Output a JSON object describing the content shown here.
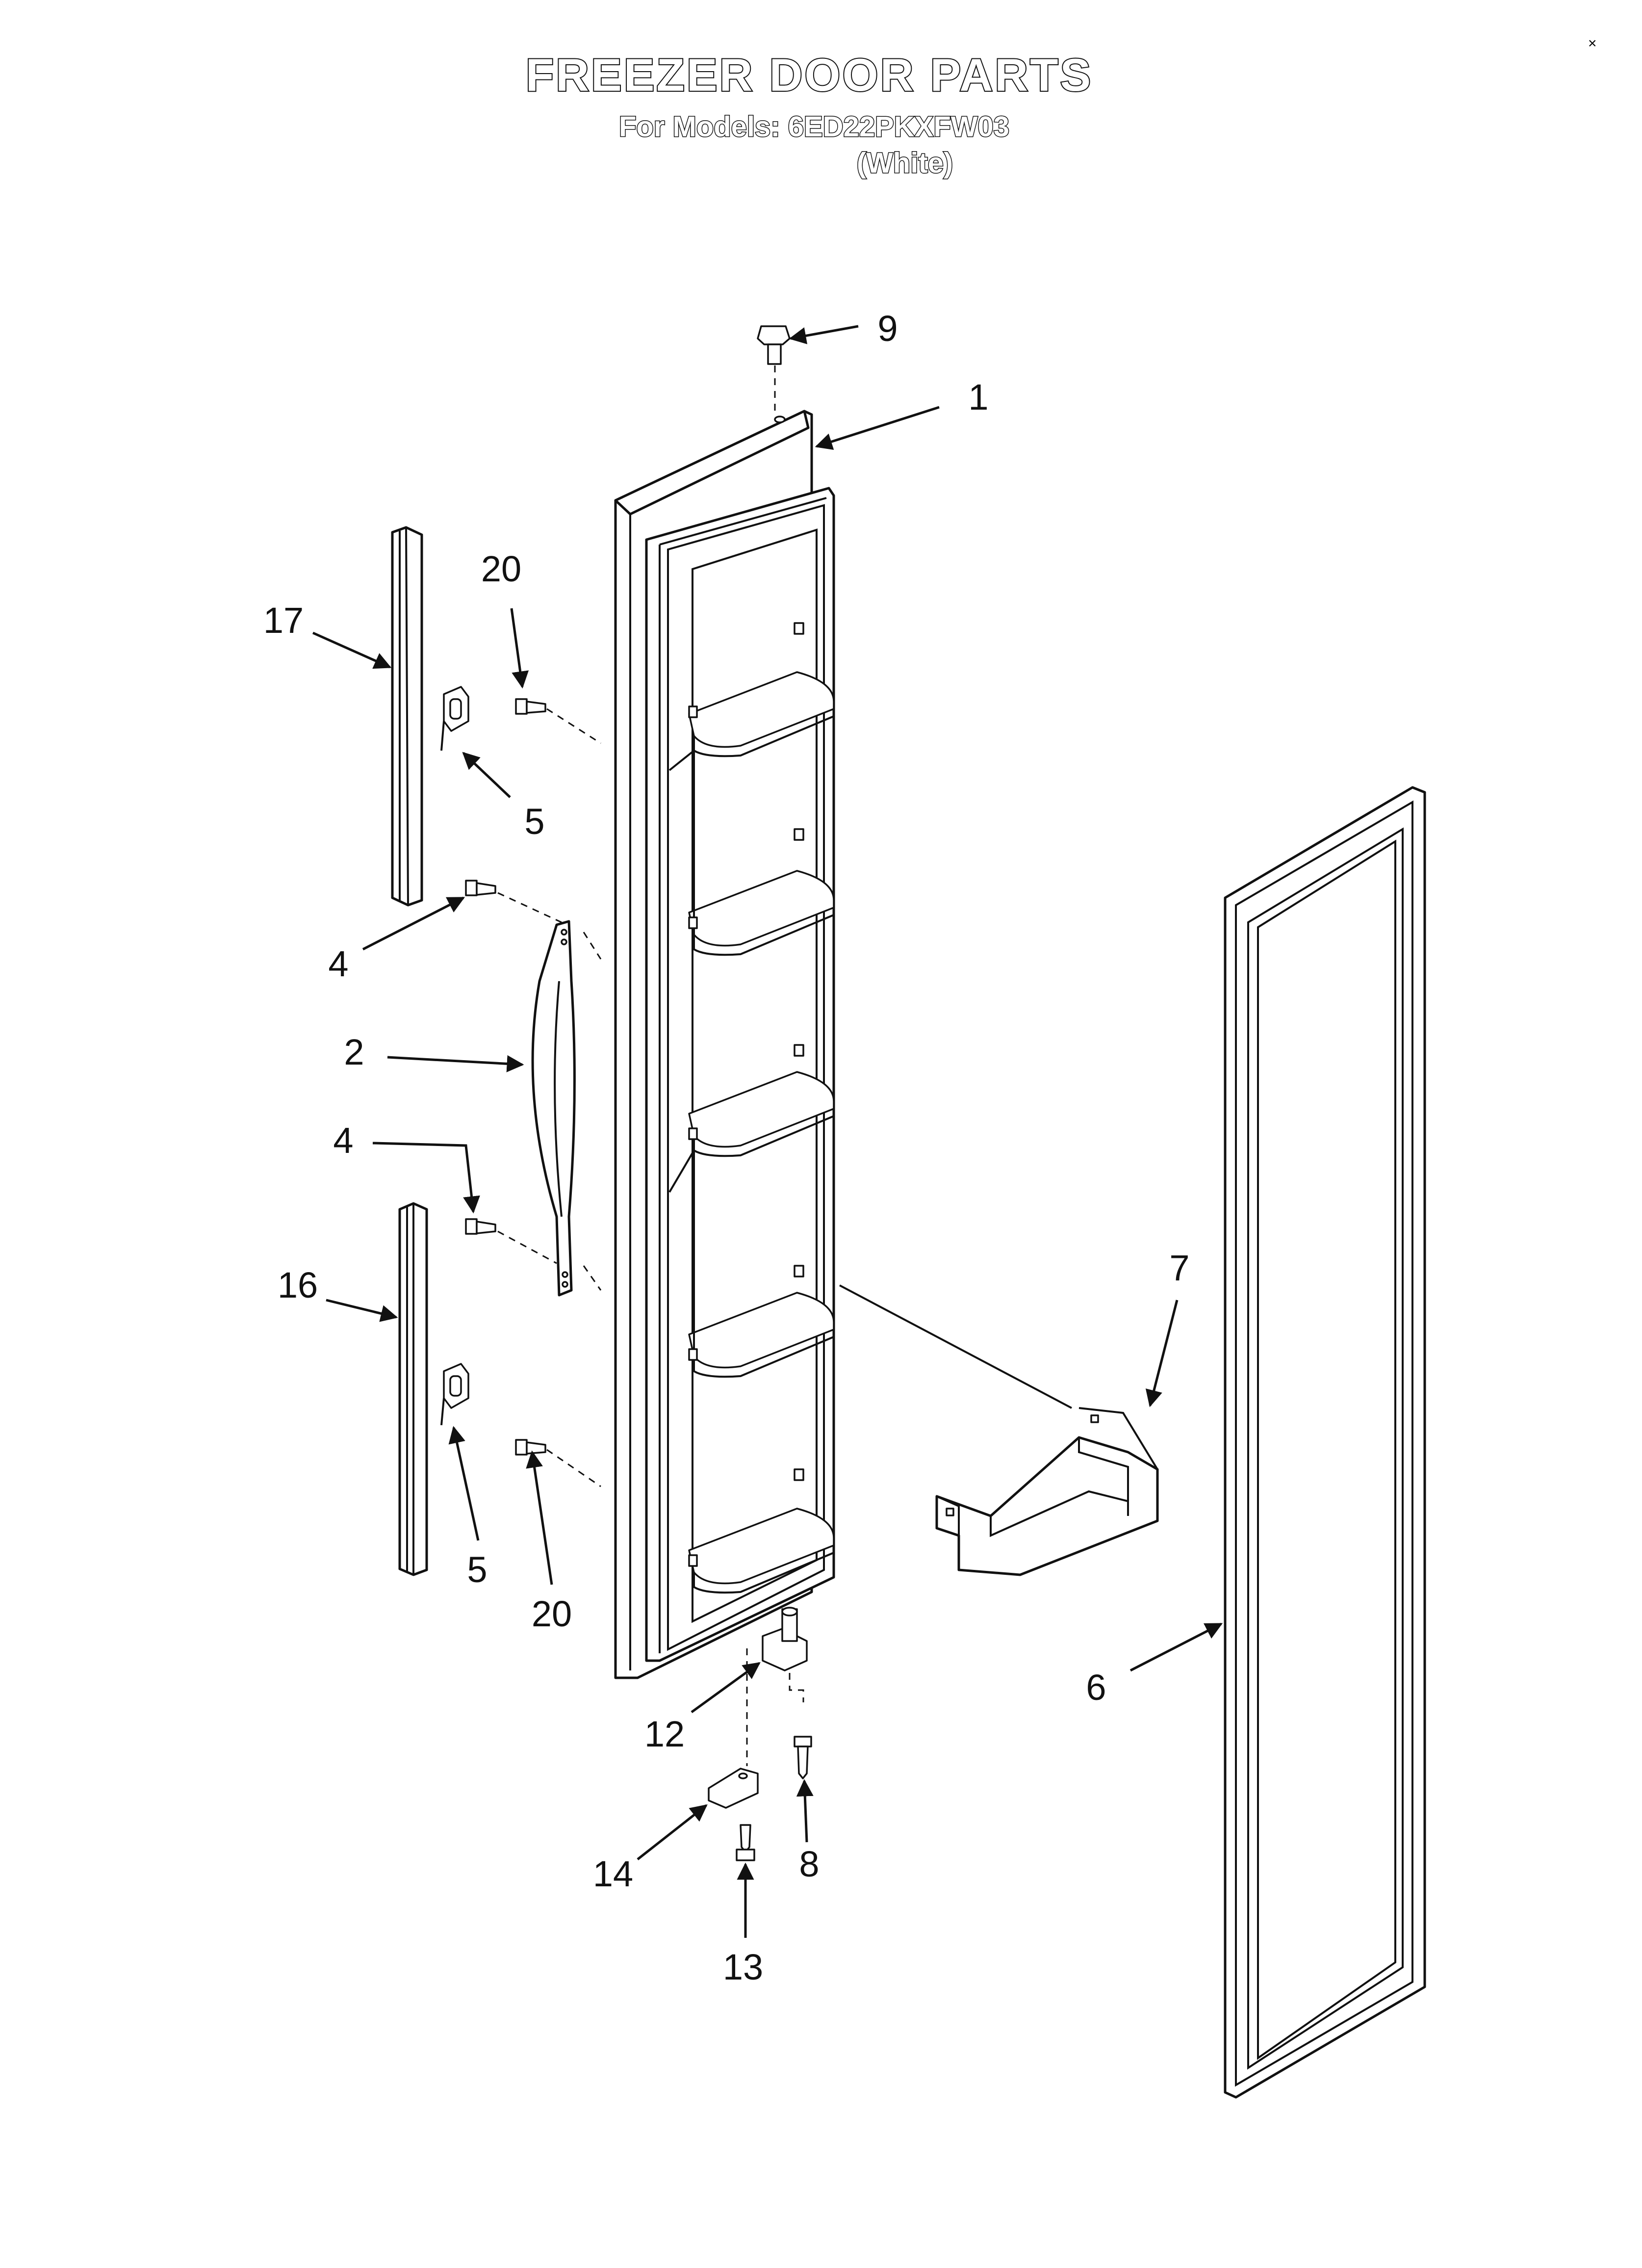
{
  "header": {
    "title": "FREEZER DOOR PARTS",
    "models_line": "For Models: 6ED22PKXFW03",
    "color_line": "(White)"
  },
  "callouts": [
    {
      "id": "c9",
      "label": "9"
    },
    {
      "id": "c1",
      "label": "1"
    },
    {
      "id": "c20a",
      "label": "20"
    },
    {
      "id": "c17",
      "label": "17"
    },
    {
      "id": "c5a",
      "label": "5"
    },
    {
      "id": "c4a",
      "label": "4"
    },
    {
      "id": "c2",
      "label": "2"
    },
    {
      "id": "c4b",
      "label": "4"
    },
    {
      "id": "c16",
      "label": "16"
    },
    {
      "id": "c7",
      "label": "7"
    },
    {
      "id": "c5b",
      "label": "5"
    },
    {
      "id": "c20b",
      "label": "20"
    },
    {
      "id": "c6",
      "label": "6"
    },
    {
      "id": "c12",
      "label": "12"
    },
    {
      "id": "c8",
      "label": "8"
    },
    {
      "id": "c14",
      "label": "14"
    },
    {
      "id": "c13",
      "label": "13"
    }
  ]
}
